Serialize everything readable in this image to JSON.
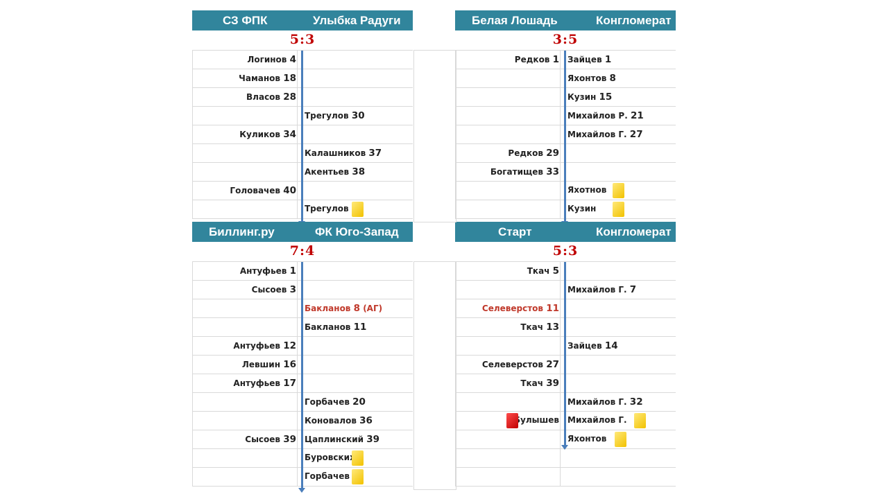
{
  "matches": [
    {
      "home": "СЗ ФПК",
      "away": "Улыбка Радуги",
      "score": "5:3",
      "events": [
        {
          "side": "l",
          "name": "Логинов",
          "minute": "4"
        },
        {
          "side": "l",
          "name": "Чаманов",
          "minute": "18"
        },
        {
          "side": "l",
          "name": "Власов",
          "minute": "28"
        },
        {
          "side": "r",
          "name": "Трегулов",
          "minute": "30"
        },
        {
          "side": "l",
          "name": "Куликов",
          "minute": "34"
        },
        {
          "side": "r",
          "name": "Калашников",
          "minute": "37"
        },
        {
          "side": "r",
          "name": "Акентьев",
          "minute": "38"
        },
        {
          "side": "l",
          "name": "Головачев",
          "minute": "40"
        },
        {
          "side": "r",
          "name": "Трегулов",
          "minute": "",
          "card": "yellow"
        }
      ]
    },
    {
      "home": "Белая Лошадь",
      "away": "Конгломерат",
      "score": "3:5",
      "events": [
        {
          "side": "both",
          "l": {
            "name": "Редков",
            "minute": "1"
          },
          "r": {
            "name": "Зайцев",
            "minute": "1"
          }
        },
        {
          "side": "r",
          "name": "Яхонтов",
          "minute": "8"
        },
        {
          "side": "r",
          "name": "Кузин",
          "minute": "15"
        },
        {
          "side": "r",
          "name": "Михайлов Р.",
          "minute": "21"
        },
        {
          "side": "r",
          "name": "Михайлов Г.",
          "minute": "27"
        },
        {
          "side": "l",
          "name": "Редков",
          "minute": "29"
        },
        {
          "side": "l",
          "name": "Богатищев",
          "minute": "33"
        },
        {
          "side": "r",
          "name": "Яхотнов",
          "minute": "",
          "card": "yellow"
        },
        {
          "side": "r",
          "name": "Кузин",
          "minute": "",
          "card": "yellow"
        }
      ]
    },
    {
      "home": "Биллинг.ру",
      "away": "ФК Юго-Запад",
      "score": "7:4",
      "events": [
        {
          "side": "l",
          "name": "Антуфьев",
          "minute": "1"
        },
        {
          "side": "l",
          "name": "Сысоев",
          "minute": "3"
        },
        {
          "side": "r",
          "name": "Бакланов",
          "minute": "8",
          "suffix": "(АГ)",
          "red": true
        },
        {
          "side": "r",
          "name": "Бакланов",
          "minute": "11"
        },
        {
          "side": "l",
          "name": "Антуфьев",
          "minute": "12"
        },
        {
          "side": "l",
          "name": "Левшин",
          "minute": "16"
        },
        {
          "side": "l",
          "name": "Антуфьев",
          "minute": "17"
        },
        {
          "side": "r",
          "name": "Горбачев",
          "minute": "20"
        },
        {
          "side": "r",
          "name": "Коновалов",
          "minute": "36"
        },
        {
          "side": "both",
          "l": {
            "name": "Сысоев",
            "minute": "39"
          },
          "r": {
            "name": "Цаплинский",
            "minute": "39"
          }
        },
        {
          "side": "r",
          "name": "Буровских",
          "minute": "",
          "card": "yellow"
        },
        {
          "side": "r",
          "name": "Горбачев",
          "minute": "",
          "card": "yellow"
        }
      ]
    },
    {
      "home": "Старт",
      "away": "Конгломерат",
      "score": "5:3",
      "events": [
        {
          "side": "l",
          "name": "Ткач",
          "minute": "5"
        },
        {
          "side": "r",
          "name": "Михайлов Г.",
          "minute": "7"
        },
        {
          "side": "l",
          "name": "Селеверстов",
          "minute": "11",
          "red": true
        },
        {
          "side": "l",
          "name": "Ткач",
          "minute": "13"
        },
        {
          "side": "r",
          "name": "Зайцев",
          "minute": "14"
        },
        {
          "side": "l",
          "name": "Селеверстов",
          "minute": "27"
        },
        {
          "side": "l",
          "name": "Ткач",
          "minute": "39"
        },
        {
          "side": "r",
          "name": "Михайлов Г.",
          "minute": "32"
        },
        {
          "side": "both",
          "l": {
            "name": "Булышев",
            "minute": "",
            "card": "red"
          },
          "r": {
            "name": "Михайлов Г.",
            "minute": "",
            "card": "yellow"
          }
        },
        {
          "side": "r",
          "name": "Яхонтов",
          "minute": "",
          "card": "yellow"
        },
        {
          "side": "none"
        },
        {
          "side": "none"
        }
      ]
    }
  ]
}
